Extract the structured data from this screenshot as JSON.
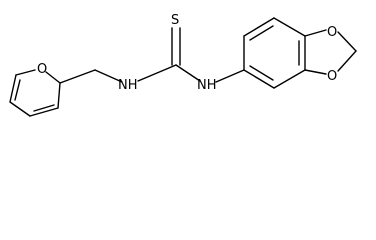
{
  "molecule": {
    "atoms": {
      "sulfur": "S",
      "nh_left": "NH",
      "nh_right": "NH",
      "furan_oxygen": "O",
      "dioxole_oxygen_top": "O",
      "dioxole_oxygen_bottom": "O"
    }
  }
}
